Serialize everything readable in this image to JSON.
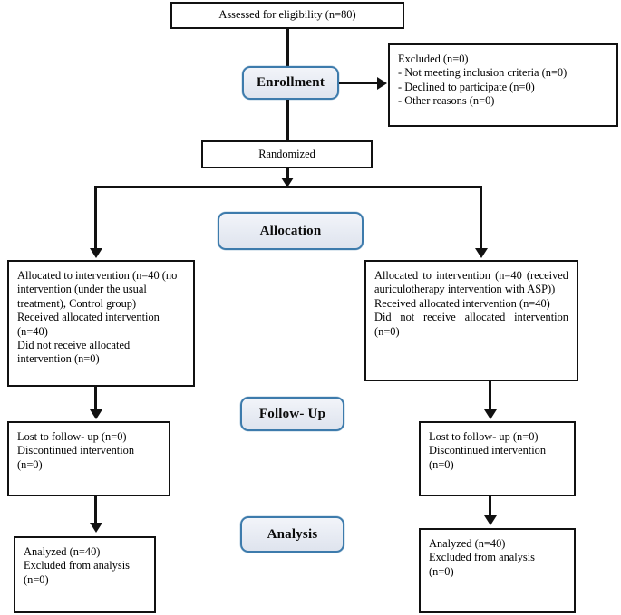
{
  "diagram": {
    "title": "CONSORT participant flow diagram",
    "type": "flowchart",
    "colors": {
      "stage_border": "#3d7bac",
      "stage_fill": "#e7ebf3",
      "box_border": "#111111",
      "connector": "#111111",
      "text": "#000000",
      "background": "#ffffff"
    }
  },
  "stages": {
    "enrollment": "Enrollment",
    "allocation": "Allocation",
    "follow_up": "Follow- Up",
    "analysis": "Analysis"
  },
  "nodes": {
    "assessed": "Assessed for eligibility (n=80)",
    "excluded": "Excluded (n=0)\n- Not meeting inclusion criteria (n=0)\n- Declined to participate (n=0)\n- Other reasons (n=0)",
    "randomized": "Randomized",
    "allocated_left": "Allocated to intervention (n=40 (no intervention (under the usual treatment), Control group)\nReceived allocated intervention (n=40)\nDid not receive allocated intervention (n=0)",
    "allocated_right": "Allocated to intervention (n=40 (received auriculotherapy intervention with ASP))\n Received allocated intervention (n=40)\n Did not receive allocated intervention (n=0)",
    "followup_left": "Lost to follow- up (n=0)\nDiscontinued intervention\n(n=0)",
    "followup_right": "Lost to follow- up (n=0)\nDiscontinued intervention\n(n=0)",
    "analysis_left": "Analyzed (n=40)\nExcluded from analysis\n(n=0)",
    "analysis_right": "Analyzed (n=40)\nExcluded from analysis\n(n=0)"
  },
  "counts": {
    "assessed_n": 80,
    "excluded_n": 0,
    "not_meeting_criteria_n": 0,
    "declined_n": 0,
    "other_reasons_n": 0,
    "allocated_control_n": 40,
    "allocated_intervention_n": 40,
    "received_control_n": 40,
    "received_intervention_n": 40,
    "not_received_control_n": 0,
    "not_received_intervention_n": 0,
    "lost_followup_control_n": 0,
    "lost_followup_intervention_n": 0,
    "discontinued_control_n": 0,
    "discontinued_intervention_n": 0,
    "analyzed_control_n": 40,
    "analyzed_intervention_n": 40,
    "excluded_analysis_control_n": 0,
    "excluded_analysis_intervention_n": 0
  }
}
